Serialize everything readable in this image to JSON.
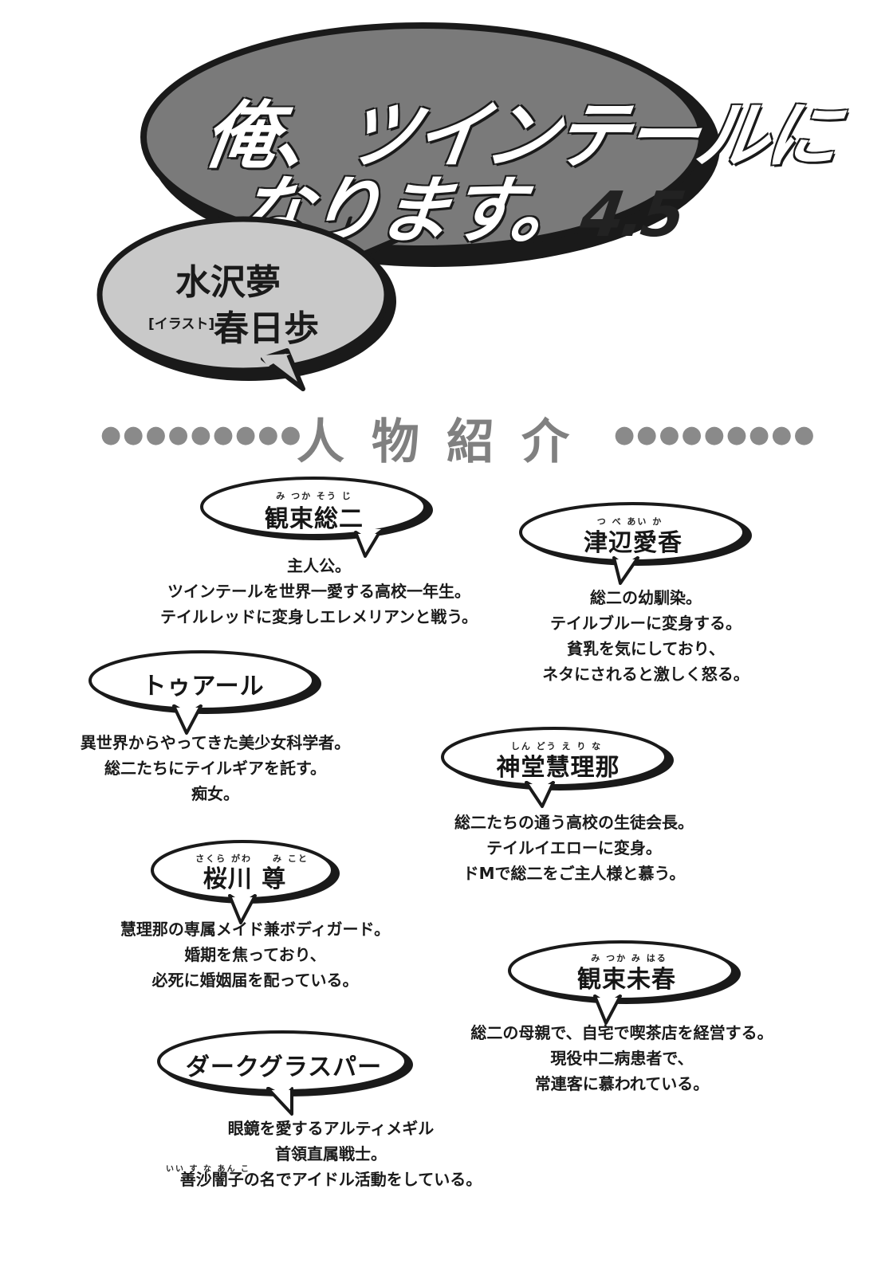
{
  "title": {
    "line1": "俺、ツインテールに",
    "line2": "なります。",
    "volume": "4.5"
  },
  "credits": {
    "author": "水沢夢",
    "illustrator_label": "[イラスト]",
    "illustrator": "春日歩"
  },
  "section": {
    "heading": "人物紹介",
    "dots_left": "●●●●●●●●●",
    "dots_right": "●●●●●●●●●"
  },
  "characters": [
    {
      "name": "観束総二",
      "ruby": "み つか そう じ",
      "desc": [
        "主人公。",
        "ツインテールを世界一愛する高校一年生。",
        "テイルレッドに変身しエレメリアンと戦う。"
      ]
    },
    {
      "name": "津辺愛香",
      "ruby": "つ べ あい か",
      "desc": [
        "総二の幼馴染。",
        "テイルブルーに変身する。",
        "貧乳を気にしており、",
        "ネタにされると激しく怒る。"
      ]
    },
    {
      "name": "トゥアール",
      "ruby": "",
      "desc": [
        "異世界からやってきた美少女科学者。",
        "総二たちにテイルギアを託す。",
        "痴女。"
      ]
    },
    {
      "name": "神堂慧理那",
      "ruby": "しん どう え り な",
      "desc": [
        "総二たちの通う高校の生徒会長。",
        "テイルイエローに変身。",
        "ドMで総二をご主人様と慕う。"
      ]
    },
    {
      "name": "桜川 尊",
      "ruby": "さくら がわ　　み こと",
      "desc": [
        "慧理那の専属メイド兼ボディガード。",
        "婚期を焦っており、",
        "必死に婚姻届を配っている。"
      ]
    },
    {
      "name": "観束未春",
      "ruby": "み つか み はる",
      "desc": [
        "総二の母親で、自宅で喫茶店を経営する。",
        "現役中二病患者で、",
        "常連客に慕われている。"
      ]
    },
    {
      "name": "ダークグラスパー",
      "ruby": "",
      "desc": [
        "眼鏡を愛するアルティメギル",
        "首領直属戦士。",
        "善沙闇子の名でアイドル活動をしている。"
      ],
      "desc_ruby": "いい す な あん こ"
    }
  ],
  "colors": {
    "title_bubble": "#7a7a7a",
    "credit_bubble": "#c9c9c9",
    "section_gray": "#808080"
  }
}
